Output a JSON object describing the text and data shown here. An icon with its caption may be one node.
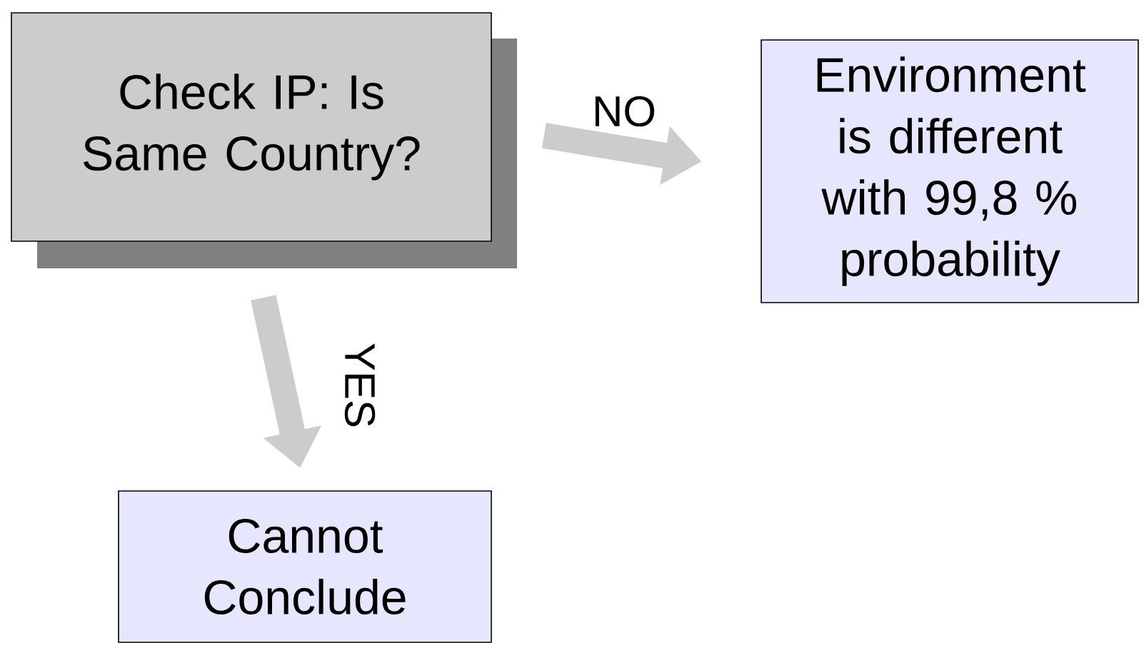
{
  "diagram": {
    "nodes": [
      {
        "text": [
          "Check IP: Is Same Country?"
        ]
      },
      {
        "text": [
          "Environment is different with 99,8 % probability"
        ]
      },
      {
        "text": [
          "Cannot Conclude"
        ]
      }
    ],
    "edges": [
      {
        "from": 0,
        "to": 1,
        "arrow": "to",
        "label": "NO"
      },
      {
        "from": 0,
        "to": 2,
        "arrow": "to",
        "label": "YES"
      }
    ]
  }
}
